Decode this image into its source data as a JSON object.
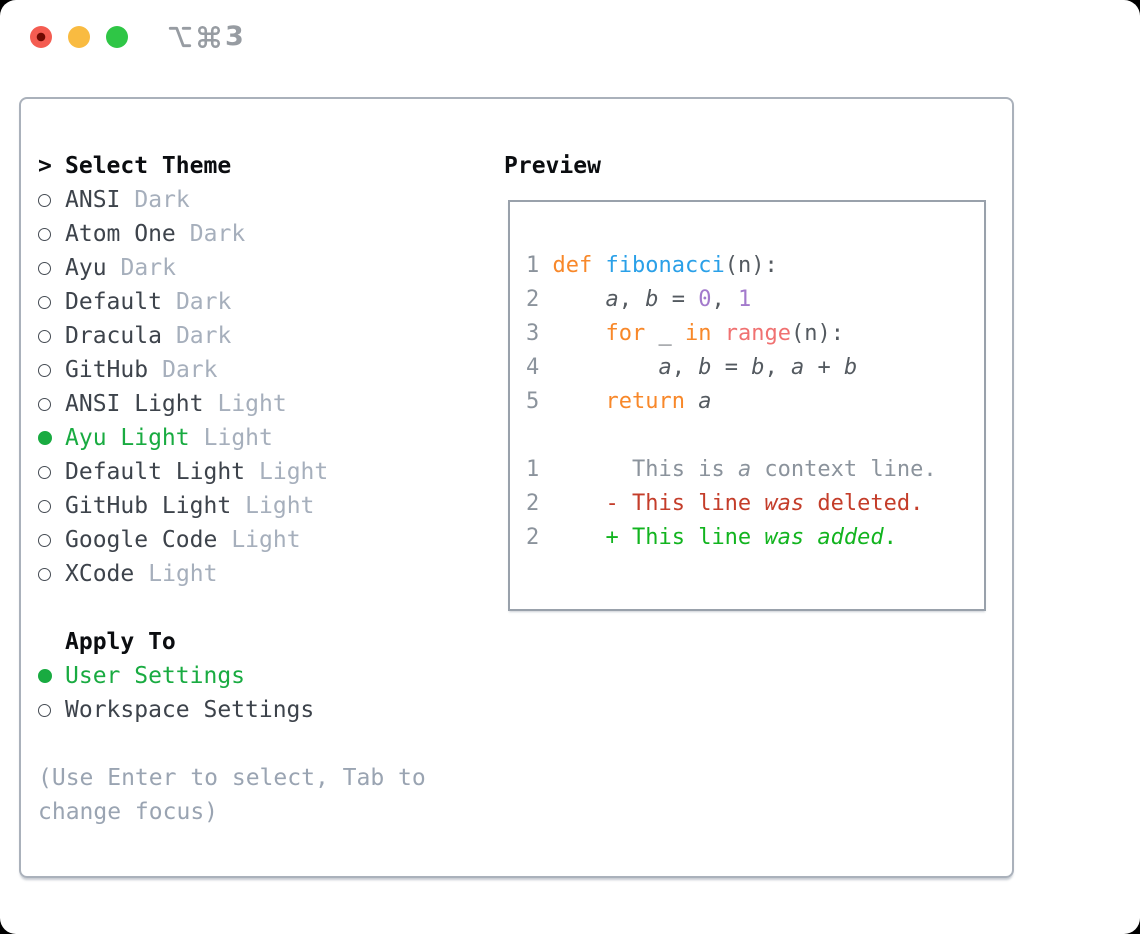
{
  "titlebar": {
    "shortcut_icons": [
      "option-icon",
      "command-icon"
    ],
    "shortcut_number": "3",
    "traffic_lights": [
      "close",
      "minimize",
      "zoom"
    ]
  },
  "theme_panel": {
    "header_prefix": ">",
    "header": "Select Theme",
    "items": [
      {
        "name": "ANSI",
        "variant": "Dark",
        "selected": false
      },
      {
        "name": "Atom One",
        "variant": "Dark",
        "selected": false
      },
      {
        "name": "Ayu",
        "variant": "Dark",
        "selected": false
      },
      {
        "name": "Default",
        "variant": "Dark",
        "selected": false
      },
      {
        "name": "Dracula",
        "variant": "Dark",
        "selected": false
      },
      {
        "name": "GitHub",
        "variant": "Dark",
        "selected": false
      },
      {
        "name": "ANSI Light",
        "variant": "Light",
        "selected": false
      },
      {
        "name": "Ayu Light",
        "variant": "Light",
        "selected": true
      },
      {
        "name": "Default Light",
        "variant": "Light",
        "selected": false
      },
      {
        "name": "GitHub Light",
        "variant": "Light",
        "selected": false
      },
      {
        "name": "Google Code",
        "variant": "Light",
        "selected": false
      },
      {
        "name": "XCode",
        "variant": "Light",
        "selected": false
      }
    ]
  },
  "apply_to": {
    "header": "Apply To",
    "options": [
      {
        "label": "User Settings",
        "selected": true
      },
      {
        "label": "Workspace Settings",
        "selected": false
      }
    ]
  },
  "help": {
    "text": "(Use Enter to select, Tab to change focus)"
  },
  "preview": {
    "header": "Preview",
    "code_lines": [
      {
        "tokens": [
          [
            "ln",
            "1 "
          ],
          [
            "kw",
            "def "
          ],
          [
            "fn",
            "fibonacci"
          ],
          [
            "pl",
            "(n):"
          ]
        ]
      },
      {
        "tokens": [
          [
            "ln",
            "2 "
          ],
          [
            "pl",
            "    "
          ],
          [
            "var",
            "a"
          ],
          [
            "pl",
            ", "
          ],
          [
            "var",
            "b"
          ],
          [
            "pl",
            " = "
          ],
          [
            "num",
            "0"
          ],
          [
            "pl",
            ", "
          ],
          [
            "num",
            "1"
          ]
        ]
      },
      {
        "tokens": [
          [
            "ln",
            "3 "
          ],
          [
            "pl",
            "    "
          ],
          [
            "kw",
            "for"
          ],
          [
            "pl",
            " _ "
          ],
          [
            "kw",
            "in"
          ],
          [
            "pl",
            " "
          ],
          [
            "call",
            "range"
          ],
          [
            "pl",
            "(n):"
          ]
        ]
      },
      {
        "tokens": [
          [
            "ln",
            "4 "
          ],
          [
            "pl",
            "        "
          ],
          [
            "var",
            "a"
          ],
          [
            "pl",
            ", "
          ],
          [
            "var",
            "b"
          ],
          [
            "pl",
            " = "
          ],
          [
            "var",
            "b"
          ],
          [
            "pl",
            ", "
          ],
          [
            "var",
            "a"
          ],
          [
            "pl",
            " + "
          ],
          [
            "var",
            "b"
          ]
        ]
      },
      {
        "tokens": [
          [
            "ln",
            "5 "
          ],
          [
            "pl",
            "    "
          ],
          [
            "kw",
            "return "
          ],
          [
            "var",
            "a"
          ]
        ]
      },
      {
        "tokens": []
      },
      {
        "tokens": [
          [
            "ln",
            "1 "
          ],
          [
            "ctx",
            "      This is "
          ],
          [
            "ctxi",
            "a"
          ],
          [
            "ctx",
            " context line."
          ]
        ]
      },
      {
        "tokens": [
          [
            "ln",
            "2 "
          ],
          [
            "del",
            "    - This line "
          ],
          [
            "deli",
            "was"
          ],
          [
            "del",
            " deleted."
          ]
        ]
      },
      {
        "tokens": [
          [
            "ln",
            "2 "
          ],
          [
            "add",
            "    + This line "
          ],
          [
            "addi",
            "was"
          ],
          [
            "add",
            " "
          ],
          [
            "addi",
            "added"
          ],
          [
            "add",
            "."
          ]
        ]
      }
    ]
  },
  "colors": {
    "accent_green": "#19ab41",
    "diff_added": "#12b41f",
    "diff_deleted": "#c43d2a",
    "diff_context": "#8b939c",
    "syntax_keyword": "#f8882a",
    "syntax_function": "#2aa0e8",
    "syntax_number": "#a37acc",
    "syntax_call": "#f07171",
    "syntax_plain": "#545a60",
    "line_number": "#8b939c",
    "muted_variant_text": "#a6afbc",
    "help_text": "#9aa4b2",
    "panel_border": "#aab1bb",
    "preview_border": "#99a1ab",
    "traffic_red": "#f45c51",
    "traffic_yellow": "#f9bb41",
    "traffic_green": "#2fc646"
  }
}
